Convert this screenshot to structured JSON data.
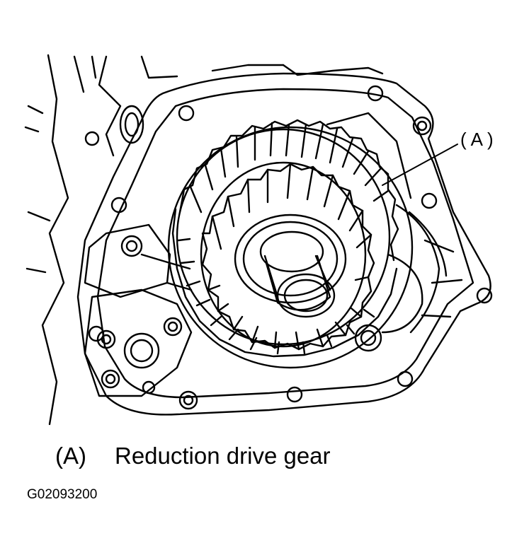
{
  "figure": {
    "callout_label": "(A)",
    "legend": {
      "key": "(A)",
      "text": "Reduction drive gear"
    },
    "figure_id": "G02093200"
  }
}
